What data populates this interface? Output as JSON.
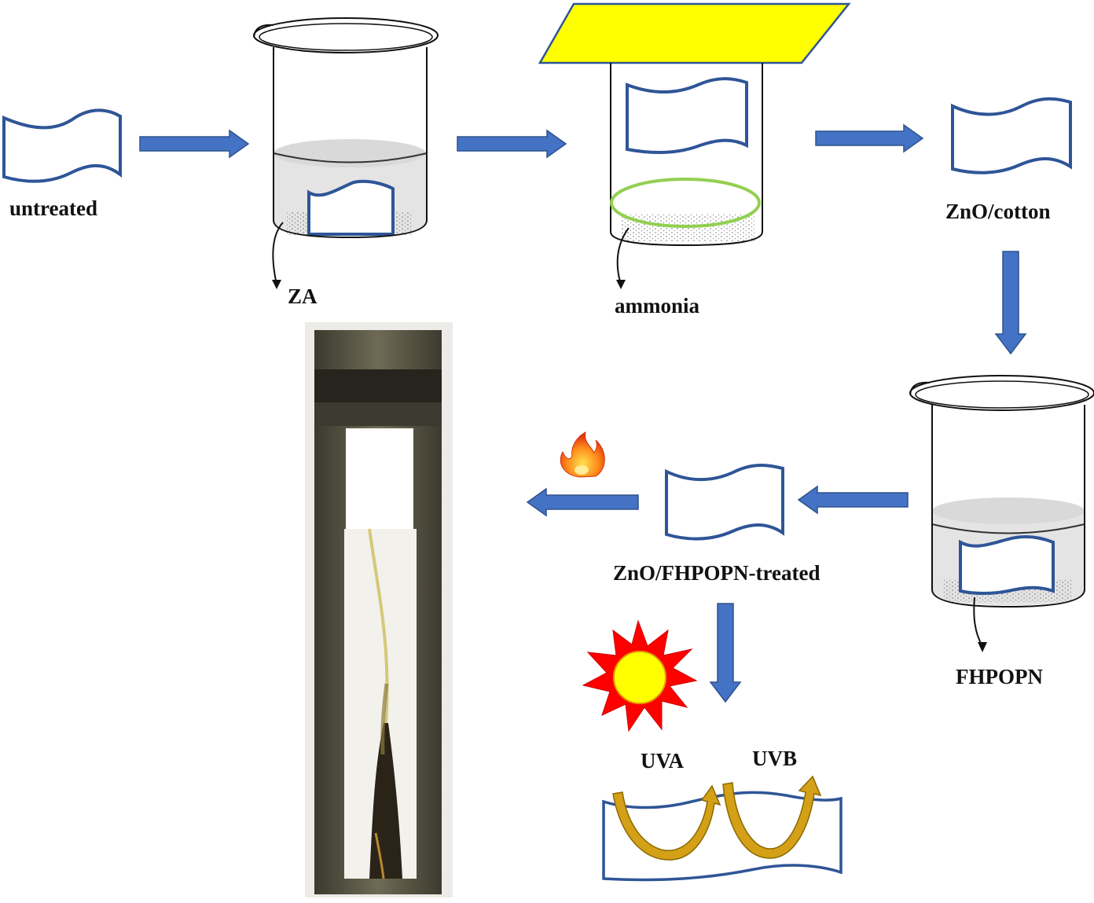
{
  "labels": {
    "untreated": "untreated",
    "za": "ZA",
    "ammonia": "ammonia",
    "zno_cotton": "ZnO/cotton",
    "fhpopn": "FHPOPN",
    "zno_fhpopn_treated": "ZnO/FHPOPN-treated",
    "uva": "UVA",
    "uvb": "UVB"
  },
  "colors": {
    "arrow": "#4472c4",
    "fabric_outline": "#2e5597",
    "lid": "#ffff00",
    "ammonia_ring": "#92d050",
    "liquid": "#e4e4e4",
    "sun_rays": "#ff0000",
    "sun_core": "#ffff00",
    "uv_arrow": "#d4a017"
  },
  "icons": {
    "fire": "fire-icon",
    "sun": "sun-icon"
  }
}
